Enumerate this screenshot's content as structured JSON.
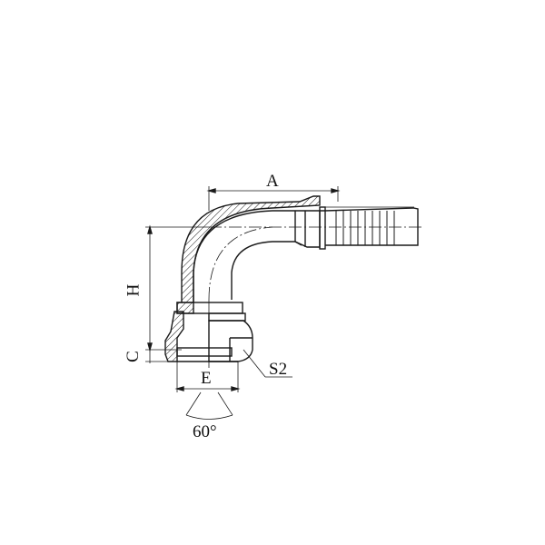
{
  "diagram": {
    "type": "engineering-drawing",
    "subject": "90-degree elbow hose fitting with swivel nut",
    "colors": {
      "line": "#1a1a1a",
      "background": "#ffffff"
    },
    "dimensions": {
      "A": "A",
      "H": "H",
      "C": "C",
      "E": "E",
      "S2": "S2",
      "angle": "60°"
    }
  }
}
